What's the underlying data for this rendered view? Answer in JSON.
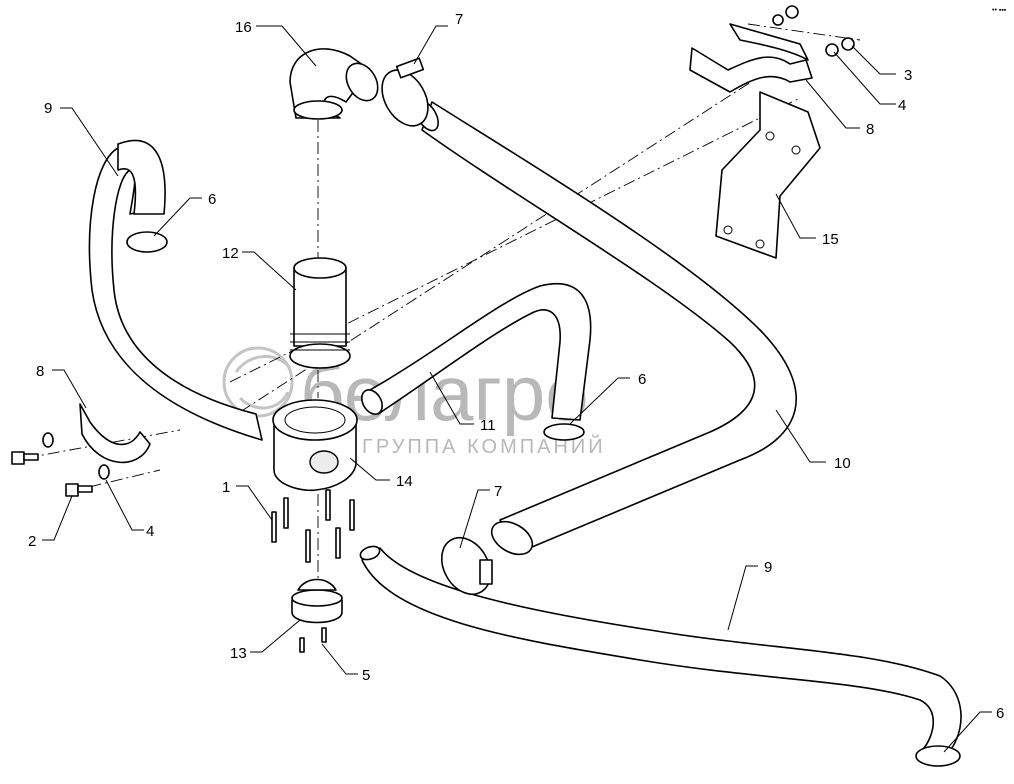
{
  "watermark": {
    "brand": "белагро",
    "tagline": "ГРУППА КОМПАНИЙ"
  },
  "corner_mark": "•• ▪▪▪",
  "callouts": {
    "c1": "1",
    "c2": "2",
    "c3": "3",
    "c4a": "4",
    "c4b": "4",
    "c5": "5",
    "c6a": "6",
    "c6b": "6",
    "c6c": "6",
    "c7a": "7",
    "c7b": "7",
    "c8a": "8",
    "c8b": "8",
    "c9a": "9",
    "c9b": "9",
    "c10": "10",
    "c11": "11",
    "c12": "12",
    "c13": "13",
    "c14": "14",
    "c15": "15",
    "c16": "16"
  }
}
